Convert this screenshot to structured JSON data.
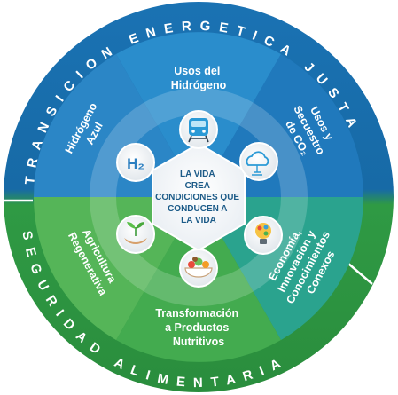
{
  "outer_ring": {
    "top_text": "TRANSICION ENERGETICA JUSTA",
    "bottom_text": "SEGURIDAD ALIMENTARIA"
  },
  "center": {
    "lines": [
      "LA VIDA",
      "CREA",
      "CONDICIONES QUE",
      "CONDUCEN A",
      "LA VIDA"
    ]
  },
  "segments": [
    {
      "id": "usos-hidrogeno",
      "lines": [
        "Usos del",
        "Hidrógeno"
      ],
      "icon": "train-icon"
    },
    {
      "id": "usos-secuestro-co2",
      "lines": [
        "Usos y",
        "Secuestro",
        "de CO₂"
      ],
      "icon": "cloud-co2-icon"
    },
    {
      "id": "economia-innovacion",
      "lines": [
        "Economía,",
        "Innovación y",
        "Conocimientos",
        "Conexos"
      ],
      "icon": "lightbulb-icon"
    },
    {
      "id": "transformacion-productos",
      "lines": [
        "Transformación",
        "a Productos",
        "Nutritivos"
      ],
      "icon": "food-bowl-icon"
    },
    {
      "id": "agricultura-regenerativa",
      "lines": [
        "Agricultura",
        "Regenerativa"
      ],
      "icon": "seedling-hands-icon"
    },
    {
      "id": "hidrogeno-azul",
      "lines": [
        "Hidrógeno",
        "Azul"
      ],
      "icon": "h2-icon"
    }
  ],
  "h2_label": "H₂",
  "colors": {
    "blue_dark": "#176aa6",
    "blue_mid": "#1f82c1",
    "blue_light": "#3b9fd8",
    "green_dark": "#2f9a44",
    "green_mid": "#45ad50",
    "green_light": "#6cc25a",
    "teal": "#2aa39c"
  }
}
